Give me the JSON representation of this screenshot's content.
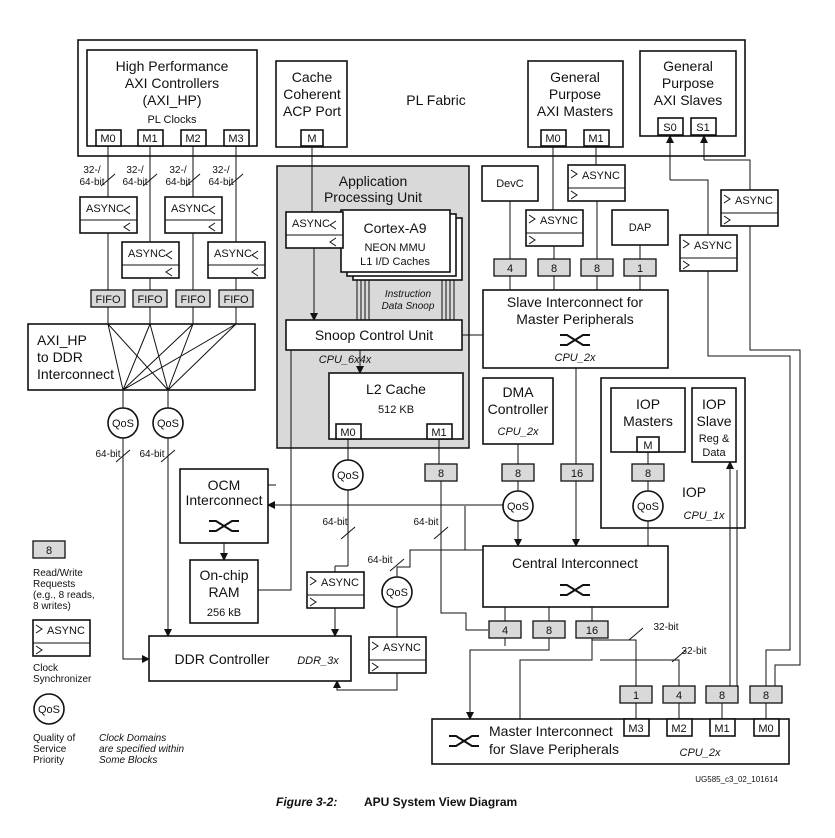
{
  "pl_fabric": {
    "label": "PL Fabric"
  },
  "axi_hp": {
    "title": [
      "High Performance",
      "AXI Controllers",
      "(AXI_HP)"
    ],
    "clock": "PL Clocks",
    "ports": [
      "M0",
      "M1",
      "M2",
      "M3"
    ]
  },
  "acp": {
    "title": [
      "Cache",
      "Coherent",
      "ACP Port"
    ],
    "port": "M"
  },
  "gp_masters": {
    "title": [
      "General",
      "Purpose",
      "AXI Masters"
    ],
    "ports": [
      "M0",
      "M1"
    ]
  },
  "gp_slaves": {
    "title": [
      "General",
      "Purpose",
      "AXI Slaves"
    ],
    "ports": [
      "S0",
      "S1"
    ]
  },
  "bus_width": {
    "hp": "32-/",
    "hp2": "64-bit",
    "w64": "64-bit",
    "w32": "32-bit"
  },
  "async": "ASYNC",
  "fifo": "FIFO",
  "qos": "QoS",
  "apu": {
    "title": [
      "Application",
      "Processing Unit"
    ],
    "cortex": "Cortex-A9",
    "cortex_sub": [
      "NEON MMU",
      "L1 I/D Caches"
    ],
    "snoop_note": [
      "Instruction",
      "Data Snoop"
    ],
    "scu": "Snoop Control Unit",
    "clock": "CPU_6x4x",
    "l2": "L2 Cache",
    "l2_size": "512 KB",
    "l2_ports": [
      "M0",
      "M1"
    ]
  },
  "axi_hp_ddr": {
    "title": [
      "AXI_HP",
      "to DDR",
      "Interconnect"
    ]
  },
  "devc": "DevC",
  "dap": "DAP",
  "slave_ic": {
    "title": [
      "Slave Interconnect for",
      "Master Peripherals"
    ],
    "clock": "CPU_2x",
    "counts": [
      "4",
      "8",
      "8",
      "1"
    ]
  },
  "dma": {
    "title": [
      "DMA",
      "Controller"
    ],
    "clock": "CPU_2x",
    "count": "8"
  },
  "iop": {
    "label": "IOP",
    "clock": "CPU_1x",
    "masters": [
      "IOP",
      "Masters"
    ],
    "port": "M",
    "slave": [
      "IOP",
      "Slave",
      "Reg &",
      "Data"
    ],
    "count": "8"
  },
  "l2_m1_count": "8",
  "dma_count2": "16",
  "ocm": {
    "title": [
      "OCM",
      "Interconnect"
    ]
  },
  "onchip": {
    "title": [
      "On-chip",
      "RAM"
    ],
    "size": "256 kB"
  },
  "central": {
    "title": "Central Interconnect",
    "counts": [
      "4",
      "8",
      "16"
    ]
  },
  "ddr": {
    "title": "DDR Controller",
    "clock": "DDR_3x"
  },
  "master_ic": {
    "title": [
      "Master Interconnect",
      "for Slave Peripherals"
    ],
    "clock": "CPU_2x",
    "ports": [
      "M3",
      "M2",
      "M1",
      "M0"
    ],
    "counts": [
      "1",
      "4",
      "8",
      "8"
    ]
  },
  "legend": {
    "req": {
      "value": "8",
      "text": [
        "Read/Write",
        "Requests",
        "(e.g., 8 reads,",
        "8 writes)"
      ]
    },
    "sync": [
      "Clock",
      "Synchronizer"
    ],
    "qos": [
      "Quality of",
      "Service",
      "Priority"
    ],
    "domains": [
      "Clock Domains",
      "are specified within",
      "Some Blocks"
    ]
  },
  "doc_id": "UG585_c3_02_101614",
  "caption": {
    "prefix": "Figure 3-2:",
    "title": "APU System View Diagram"
  }
}
